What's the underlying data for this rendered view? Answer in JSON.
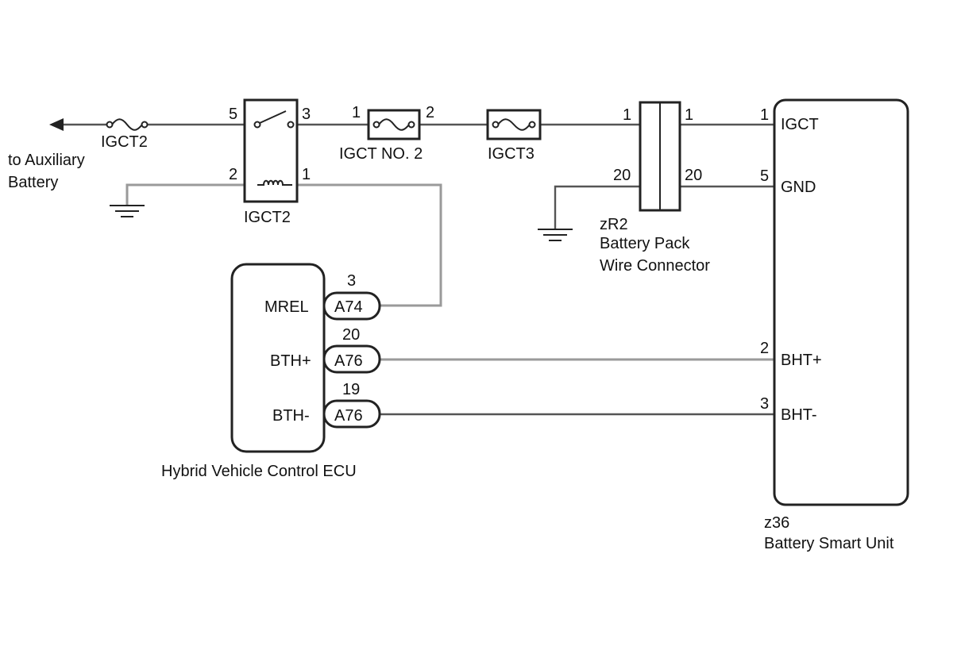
{
  "fuses": {
    "igct2_fuse": "IGCT2",
    "igct_no2": "IGCT NO. 2",
    "igct3": "IGCT3"
  },
  "auxiliary_battery": {
    "line1": "to Auxiliary",
    "line2": "Battery"
  },
  "relay": {
    "name": "IGCT2",
    "pin5": "5",
    "pin3": "3",
    "pin2": "2",
    "pin1": "1"
  },
  "fuse_pins": {
    "no2_in": "1",
    "no2_out": "2"
  },
  "connector_zr2": {
    "id": "zR2",
    "line1": "Battery Pack",
    "line2": "Wire Connector",
    "pin_left_top": "1",
    "pin_right_top": "1",
    "pin_left_bottom": "20",
    "pin_right_bottom": "20"
  },
  "battery_smart_unit": {
    "id": "z36",
    "name": "Battery Smart Unit",
    "terminals": [
      {
        "pin": "1",
        "name": "IGCT"
      },
      {
        "pin": "5",
        "name": "GND"
      },
      {
        "pin": "2",
        "name": "BHT+"
      },
      {
        "pin": "3",
        "name": "BHT-"
      }
    ]
  },
  "ecu": {
    "name": "Hybrid Vehicle Control ECU",
    "terminals": [
      {
        "name": "MREL",
        "connector": "A74",
        "pin": "3"
      },
      {
        "name": "BTH+",
        "connector": "A76",
        "pin": "20"
      },
      {
        "name": "BTH-",
        "connector": "A76",
        "pin": "19"
      }
    ]
  }
}
